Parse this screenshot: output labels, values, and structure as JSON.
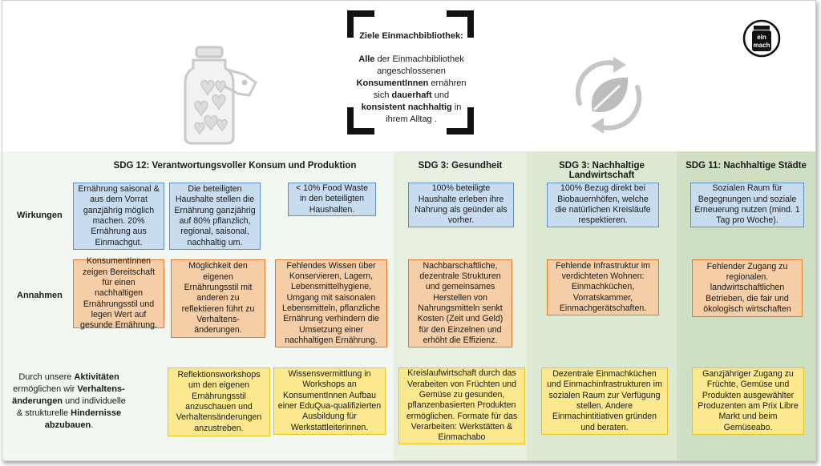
{
  "goal": {
    "title": "Ziele Einmachbibliothek:",
    "text_parts": [
      "Alle",
      " der Einmachbibliothek angeschlossenen ",
      "KonsumentInnen",
      " ernähren sich ",
      "dauerhaft",
      " und ",
      "konsistent nachhaltig",
      " in ihrem Alltag ."
    ]
  },
  "logo": {
    "text_top": "ein",
    "text_bottom": "mach"
  },
  "icons": {
    "jar": "jar-with-hearts-icon",
    "cycle": "recycle-leaf-icon",
    "logo": "einmach-logo"
  },
  "columns": [
    {
      "label": "SDG 12: Verantwortungsvoller Konsum und Produktion"
    },
    {
      "label": "SDG 3: Gesundheit"
    },
    {
      "label": "SDG 3: Nachhaltige Landwirtschaft"
    },
    {
      "label": "SDG 11: Nachhaltige Städte"
    }
  ],
  "rows": {
    "wirkungen": "Wirkungen",
    "annahmen": "Annahmen"
  },
  "activities_label_parts": [
    "Durch unsere ",
    "Aktivitäten",
    " ermöglichen wir ",
    "Verhaltens-änderungen",
    " und individuelle & strukturelle ",
    "Hindernisse abzubauen",
    "."
  ],
  "boxes": {
    "w1": "Ernährung saisonal & aus dem Vorrat ganzjährig möglich machen. 20% Ernährung aus Einmachgut.",
    "w2": "Die beteiligten Haushalte stellen die Ernährung ganzjährig auf 80% pflanzlich, regional, saisonal, nachhaltig um.",
    "w3": "< 10% Food Waste in den beteiligten Haushalten.",
    "w4": "100% beteiligte Haushalte erleben ihre Nahrung als geünder als vorher.",
    "w5": "100% Bezug direkt bei Biobauernhöfen, welche die natürlichen Kreisläufe respektieren.",
    "w6": "Sozialen Raum für Begegnungen und soziale Erneuerung nutzen (mind. 1 Tag pro Woche).",
    "a1": "KonsumentInnen zeigen Bereitschaft für einen nachhaltigen Ernährungsstil und legen Wert auf gesunde Ernährung.",
    "a2": "Möglichkeit den eigenen Ernährungsstil mit anderen zu reflektieren führt zu Verhaltens-änderungen.",
    "a3": "Fehlendes Wissen über Konservieren, Lagern, Lebensmittelhygiene, Umgang mit saisonalen Lebensmitteln, pflanzliche Ernährung verhindern die Umsetzung einer nachhaltigen Ernährung.",
    "a4": "Nachbarschaftliche, dezentrale Strukturen und gemeinsames Herstellen von Nahrungsmitteln senkt Kosten (Zeit und Geld) für den Einzelnen und erhöht die Effizienz.",
    "a5": "Fehlende Infrastruktur im verdichteten Wohnen: Einmachküchen, Vorratskammer, Einmachgerätschaften.",
    "a6": "Fehlender Zugang zu regionalen. landwirtschaftlichen Betrieben, die fair und ökologisch wirtschaften",
    "k1": "Reflektionsworkshops um den eigenen Ernährungsstil anzuschauen und Verhaltensänderungen anzustreben.",
    "k2": "Wissensvermittlung in Workshops an KonsumentInnen Aufbau einer EduQua-qualifizierten Ausbildung für Werkstattleiterinnen.",
    "k3": "Kreislaufwirtschaft durch das Verabeiten von Früchten und Gemüse zu gesunden, pflanzenbasierten Produkten ermöglichen. Formate für das Verarbeiten: Werkstätten & Einmachabo",
    "k4": "Dezentrale Einmachküchen und Einmachinfrastrukturen im sozialen Raum zur Verfügung stellen. Andere Einmachintitiativen gründen und beraten.",
    "k5": "Ganzjähriger Zugang zu Früchte, Gemüse und Produkten ausgewählter Produzenten am Prix Libre Markt und beim Gemüseabo."
  },
  "colors": {
    "blue_fill": "#c7dcee",
    "blue_border": "#5d8fc6",
    "orange_fill": "#f5cda6",
    "orange_border": "#e07a2c",
    "yellow_fill": "#fbe88f",
    "yellow_border": "#e7c419"
  }
}
